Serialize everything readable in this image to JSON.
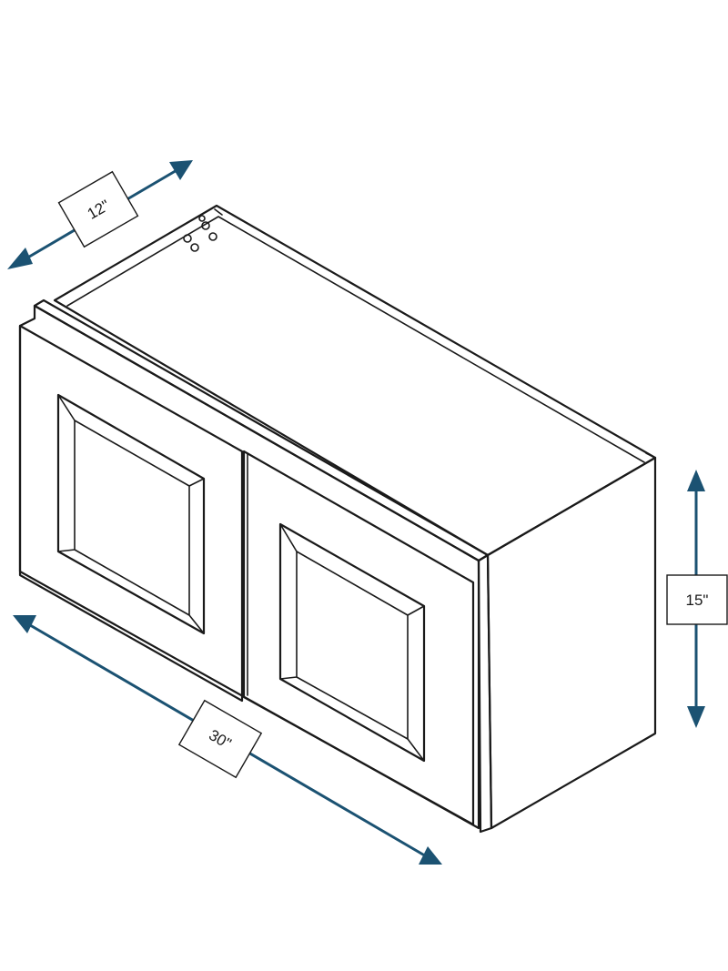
{
  "dimensions": {
    "depth": "12\"",
    "height": "15\"",
    "width": "30\""
  },
  "colors": {
    "line": "#1a1a1a",
    "dimension_arrow": "#1b5272",
    "background": "#ffffff"
  }
}
